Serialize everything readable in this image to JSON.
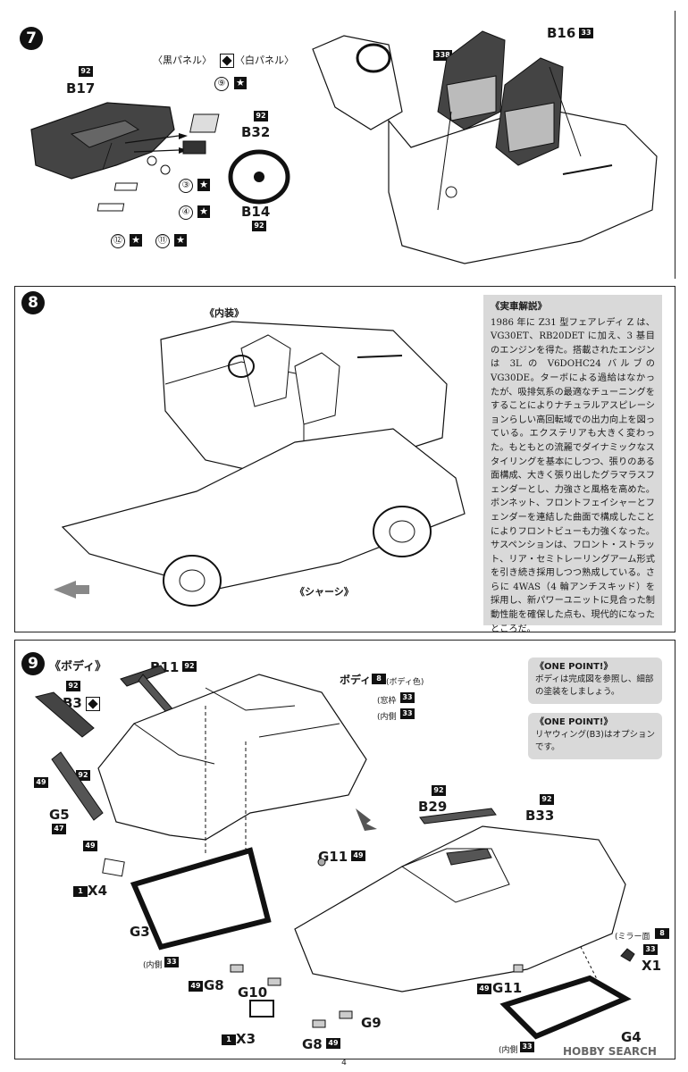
{
  "page_number": "4",
  "watermark": "HOBBY SEARCH",
  "step7": {
    "number": "7",
    "black_panel": "〈黒パネル〉",
    "white_panel": "〈白パネル〉",
    "parts": {
      "b17": "B17",
      "b17_color": "92",
      "b32": "B32",
      "b32_color": "92",
      "b14": "B14",
      "b14_color": "92",
      "b16": "B16",
      "b16_color": "33",
      "seat_color": "338"
    },
    "decals": [
      "⑨",
      "③",
      "④",
      "⑫",
      "⑪"
    ]
  },
  "step8": {
    "number": "8",
    "interior_label": "《内装》",
    "chassis_label": "《シャーシ》",
    "description": {
      "title": "《実車解説》",
      "body": "1986 年に Z31 型フェアレディ Z は、VG30ET、RB20DET に加え、3 基目のエンジンを得た。搭載されたエンジンは 3L の V6DOHC24 バルブの VG30DE。ターボによる過給はなかったが、吸排気系の最適なチューニングをすることによりナチュラルアスピレーションらしい高回転域での出力向上を図っている。エクステリアも大きく変わった。もともとの流麗でダイナミックなスタイリングを基本にしつつ、張りのある面構成、大きく張り出したグラマラスフェンダーとし、力強さと風格を高めた。ボンネット、フロントフェイシャーとフェンダーを連結した曲面で構成したことによりフロントビューも力強くなった。サスペンションは、フロント・ストラット、リア・セミトレーリングアーム形式を引き続き採用しつつ熟成している。さらに 4WAS（4 輪アンチスキッド）を採用し、新パワーユニットに見合った制動性能を確保した点も、現代的になったところだ。"
    }
  },
  "step9": {
    "number": "9",
    "body_label": "《ボディ》",
    "body_part": "ボディ",
    "body_color_code": "8",
    "body_color_note": "(ボディ色)",
    "window_frame_code": "33",
    "window_frame_note": "(窓枠",
    "inner_code": "33",
    "inner_note": "(内側",
    "one_point_1": {
      "title": "《ONE POINT!》",
      "text": "ボディは完成図を参照し、細部の塗装をしましょう。"
    },
    "one_point_2": {
      "title": "《ONE POINT!》",
      "text": "リヤウィング(B3)はオプションです。"
    },
    "parts": {
      "b11": "B11",
      "b11_color": "92",
      "b3": "B3",
      "b3_color": "92",
      "g5": "G5",
      "g5_color_a": "49",
      "g5_color_b": "92",
      "g5_color_c": "47",
      "g5_color_d": "49",
      "x4": "X4",
      "x4_code": "1",
      "g3": "G3",
      "g3_inner": "(内側",
      "g3_code": "33",
      "b29": "B29",
      "b29_color": "92",
      "b33": "B33",
      "b33_color": "92",
      "g11_top": "G11",
      "g11_top_color": "49",
      "g8_top": "G8",
      "g8_top_color": "49",
      "g10": "G10",
      "x3": "X3",
      "x3_code": "1",
      "g8_bot": "G8",
      "g8_bot_color": "49",
      "g9": "G9",
      "g11_bot": "G11",
      "g11_bot_color": "49",
      "mirror_note": "(ミラー面",
      "mirror_code": "8",
      "x1": "X1",
      "x1_code": "33",
      "g4": "G4",
      "g4_inner": "(内側",
      "g4_code": "33"
    }
  }
}
